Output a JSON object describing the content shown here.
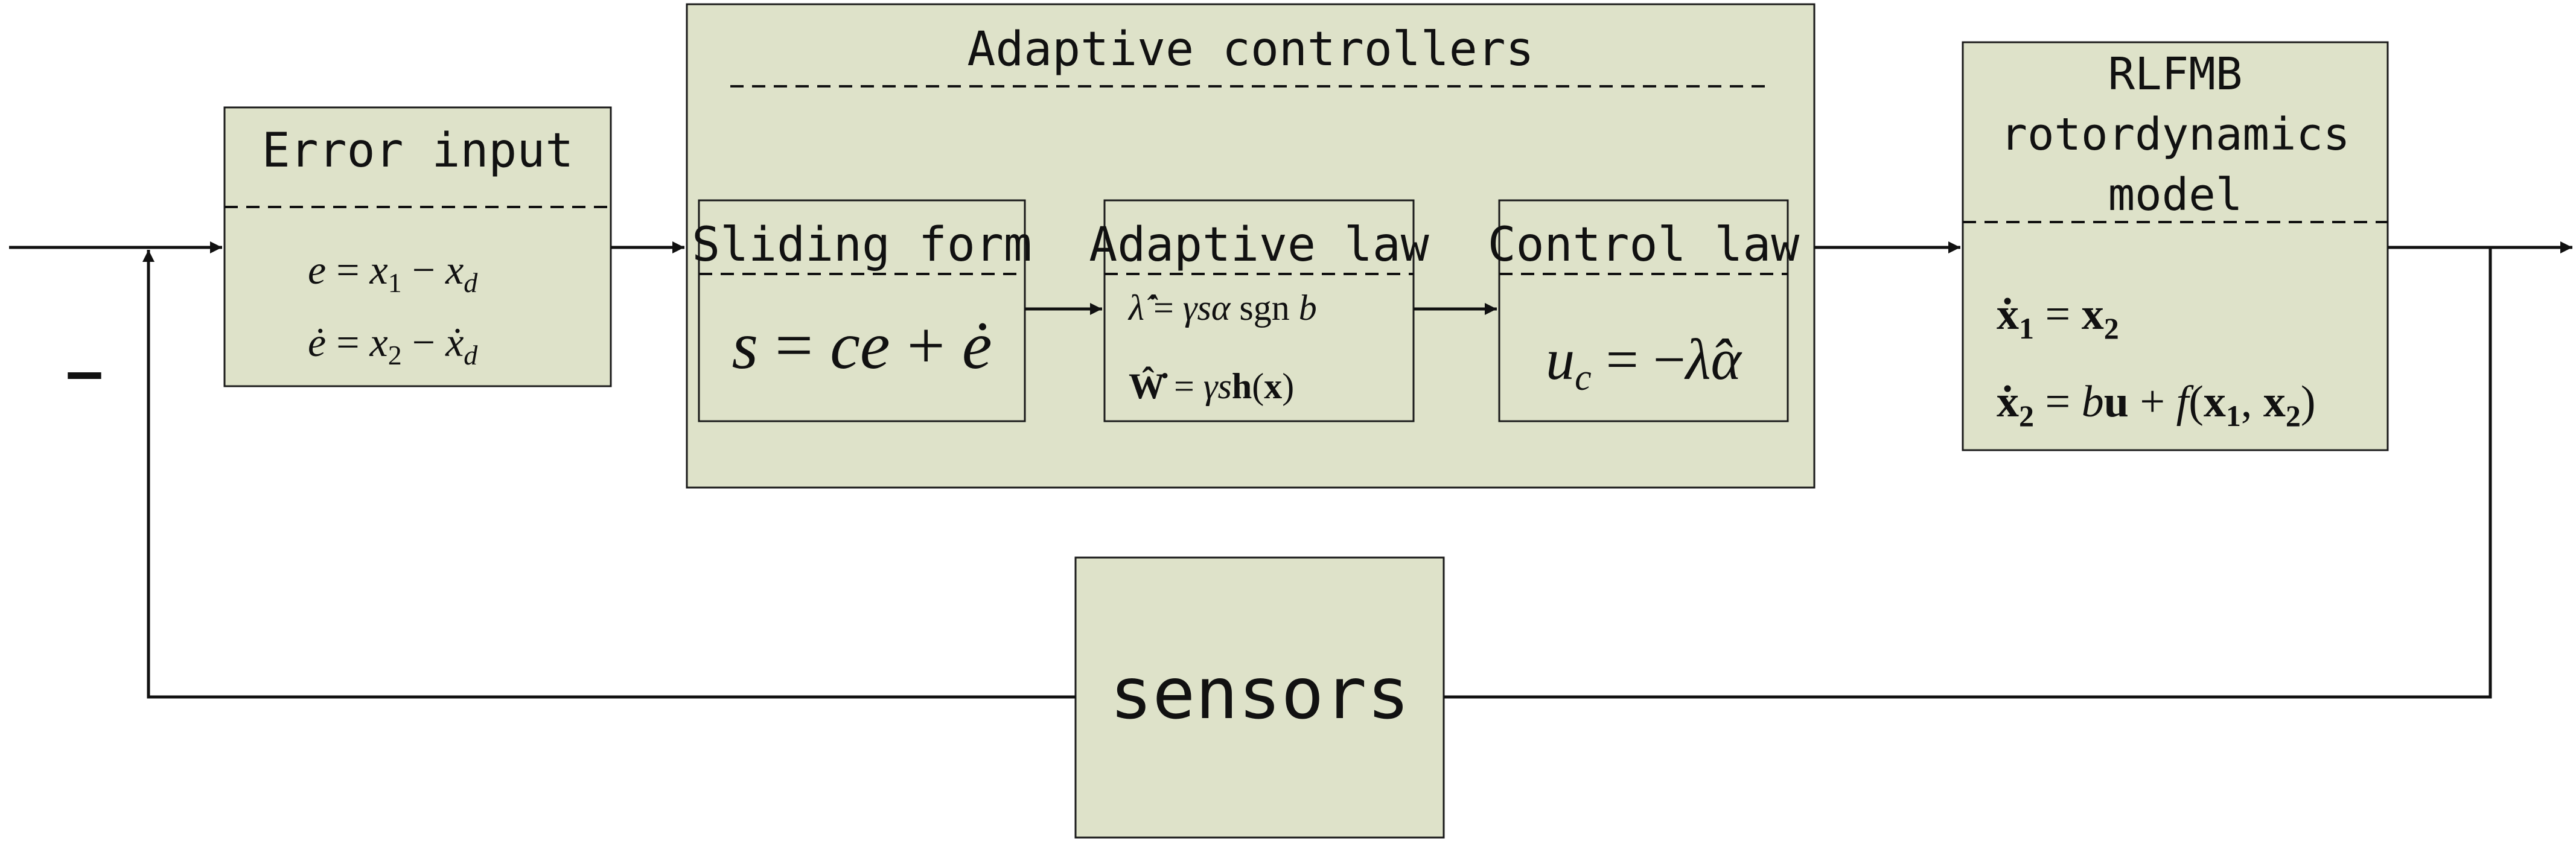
{
  "blocks": {
    "error_input": {
      "title": "Error input",
      "eq1": "e = x₁ − x_d",
      "eq2": "ė = x₂ − ẋ_d"
    },
    "adaptive_controllers": {
      "title": "Adaptive controllers"
    },
    "sliding_form": {
      "title": "Sliding form",
      "eq": "s = ce + ė"
    },
    "adaptive_law": {
      "title": "Adaptive law",
      "eq1": "λ̂̇ = γsα sgn b",
      "eq2": "Ŵ̇ = γsh(x)"
    },
    "control_law": {
      "title": "Control law",
      "eq": "u_c = −λ̂α"
    },
    "rlfmb_model": {
      "title_line1": "RLFMB",
      "title_line2": "rotordynamics",
      "title_line3": "model",
      "eq1": "ẋ₁ = x₂",
      "eq2": "ẋ₂ = bu + f(x₁, x₂)"
    },
    "sensors": {
      "title": "sensors"
    }
  },
  "summing_junction": {
    "sign": "—"
  }
}
